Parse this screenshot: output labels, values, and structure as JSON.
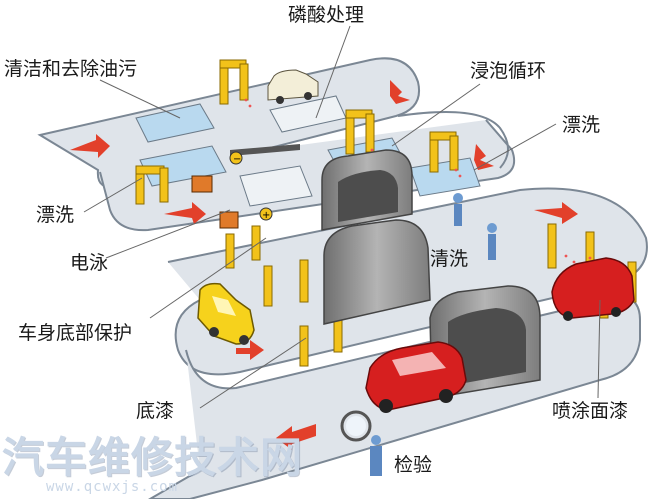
{
  "labels": {
    "phosphating": "磷酸处理",
    "degreasing": "清洁和去除油污",
    "immersion_circulation": "浸泡循环",
    "rinse_right": "漂洗",
    "rinse_left": "漂洗",
    "electrodeposition": "电泳",
    "cleaning": "清洗",
    "underbody_protection": "车身底部保护",
    "primer": "底漆",
    "spray_paint": "喷涂面漆",
    "inspection": "检验"
  },
  "watermark": {
    "text": "汽车维修技术网",
    "url": "www.qcwxjs.com"
  },
  "colors": {
    "belt": "#dfe4ea",
    "belt_edge": "#7b8794",
    "arrow": "#e2402b",
    "tank_water": "#b9d9ef",
    "rack_yellow": "#f2c21a",
    "car_red": "#d61f1f",
    "car_yellow": "#f6d21c",
    "booth": "#9a9a9a"
  }
}
